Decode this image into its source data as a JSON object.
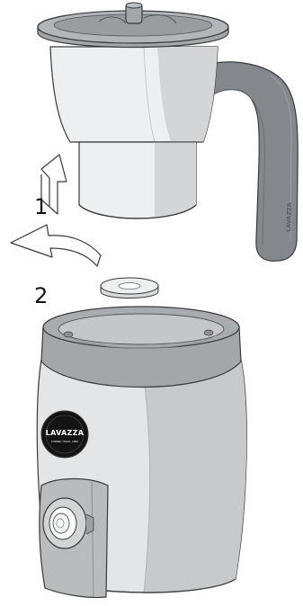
{
  "steps": {
    "one": "1",
    "two": "2"
  },
  "logo": {
    "brand": "LAVAZZA",
    "tagline": "TORINO, ITALIA, 1895"
  },
  "handle": {
    "brand": "LAVAZZA"
  },
  "colors": {
    "lid_gray": "#a4a7aa",
    "handle_gray": "#84888c",
    "body_light": "#e4e5e6",
    "body_shade": "#c7c9cb",
    "logo_black": "#141414",
    "outline": "#3a3a3a"
  }
}
